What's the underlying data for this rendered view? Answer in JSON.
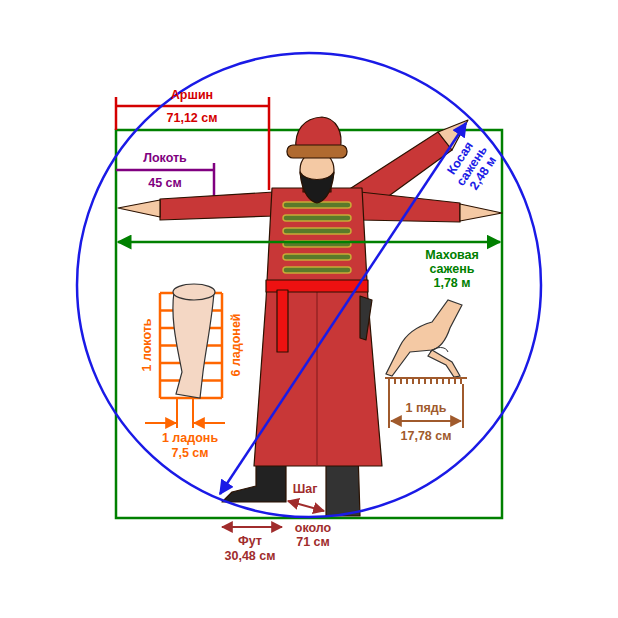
{
  "diagram": {
    "labels": [
      "Аршин",
      "71,12 см",
      "Локоть",
      "45 см",
      "Косая сажень",
      "2,48 м",
      "Маховая сажень",
      "1,78 м",
      "1 локоть",
      "6 ладоней",
      "1 ладонь",
      "7,5 см",
      "1 пядь",
      "17,78 см",
      "Шаг",
      "около 71 см",
      "Фут",
      "30,48 см"
    ]
  }
}
